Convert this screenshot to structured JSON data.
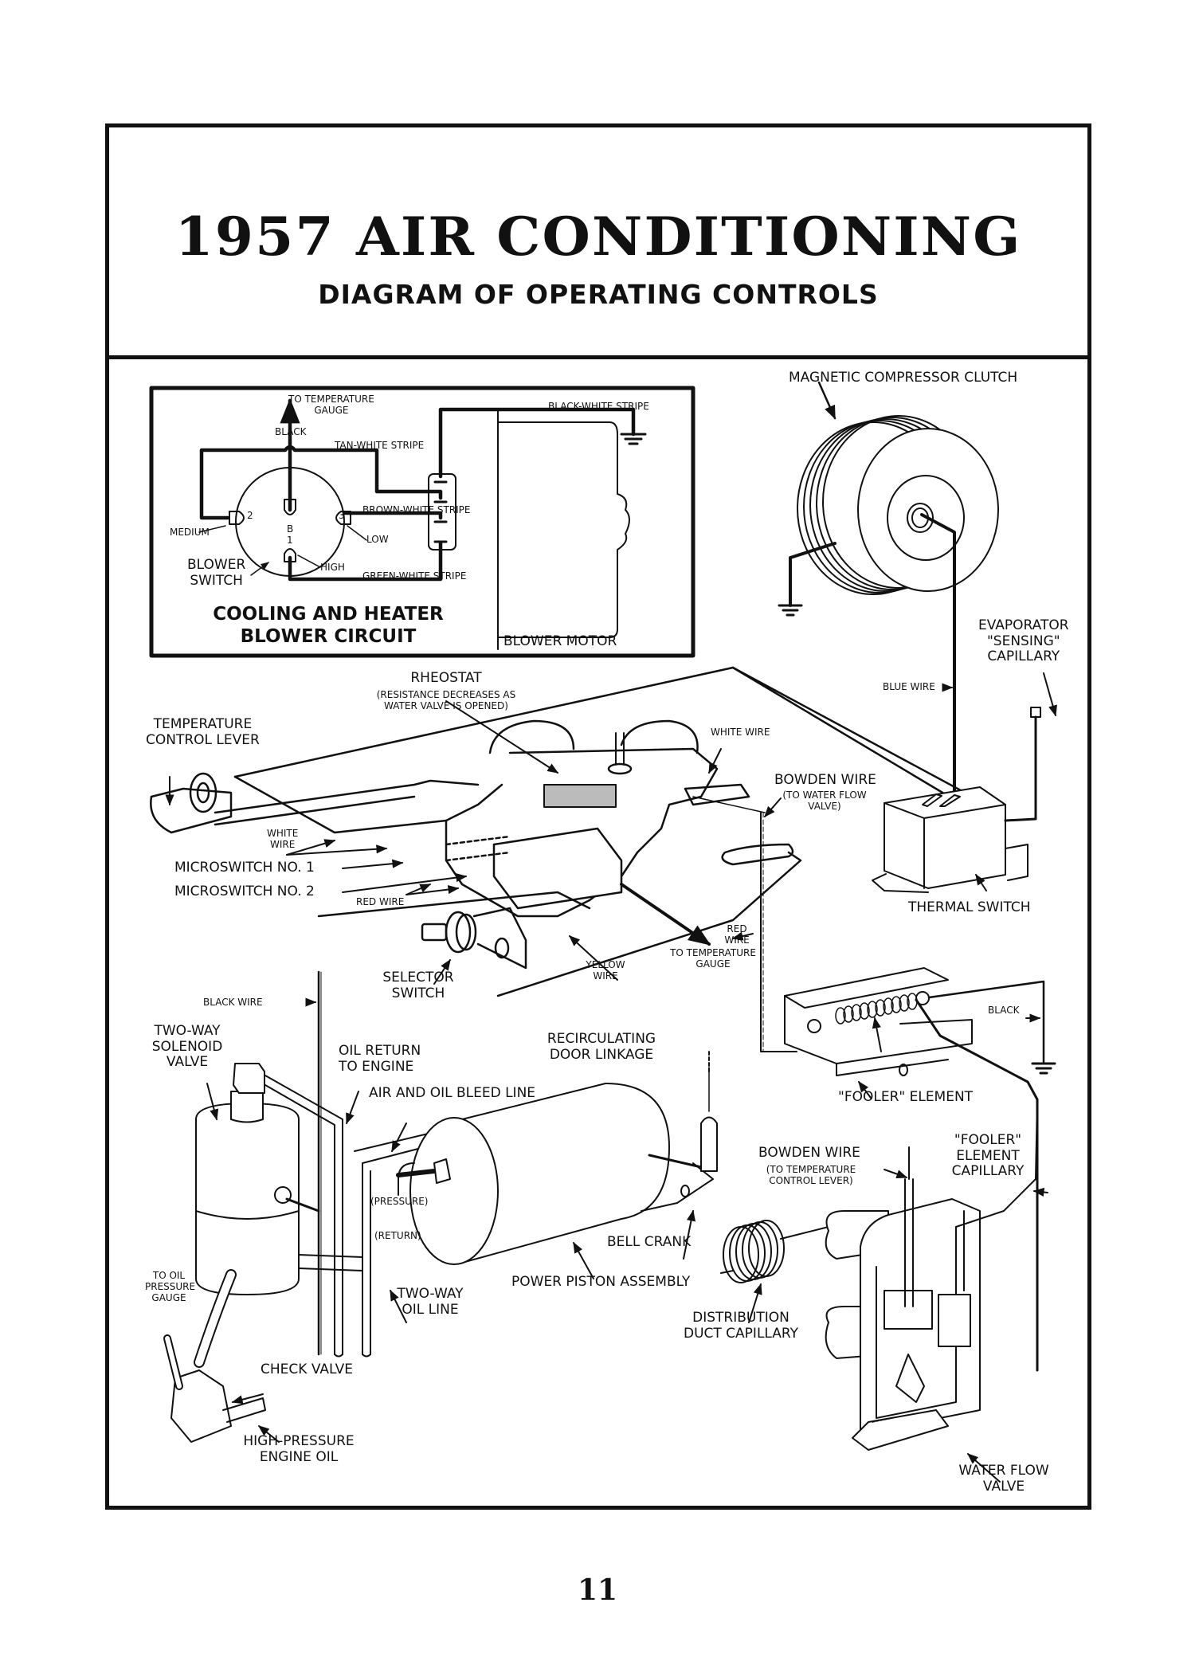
{
  "header": {
    "title": "1957 AIR CONDITIONING",
    "subtitle": "DIAGRAM OF OPERATING CONTROLS"
  },
  "blower_circuit": {
    "title_line1": "COOLING AND HEATER",
    "title_line2": "BLOWER CIRCUIT",
    "to_temp_gauge": "TO TEMPERATURE\nGAUGE",
    "black": "BLACK",
    "tan_white": "TAN-WHITE STRIPE",
    "brown_white": "BROWN-WHITE STRIPE",
    "green_white": "GREEN-WHITE STRIPE",
    "black_white": "BLACK-WHITE STRIPE",
    "medium": "MEDIUM",
    "low": "LOW",
    "high": "HIGH",
    "blower_switch": "BLOWER\nSWITCH",
    "blower_motor": "BLOWER MOTOR",
    "terminal_2": "2",
    "terminal_3": "3",
    "terminal_b": "B",
    "terminal_1": "1"
  },
  "labels": {
    "magnetic_clutch": "MAGNETIC COMPRESSOR CLUTCH",
    "evaporator_capillary": "EVAPORATOR\n\"SENSING\"\nCAPILLARY",
    "blue_wire": "BLUE WIRE",
    "rheostat": "RHEOSTAT",
    "rheostat_note": "(RESISTANCE DECREASES AS\nWATER VALVE IS OPENED)",
    "temp_control_lever": "TEMPERATURE\nCONTROL LEVER",
    "white_wire_top": "WHITE WIRE",
    "bowden_wire_water": "BOWDEN WIRE",
    "bowden_wire_water_note": "(TO WATER FLOW\nVALVE)",
    "white_wire_left": "WHITE\nWIRE",
    "microswitch_1": "MICROSWITCH NO. 1",
    "microswitch_2": "MICROSWITCH NO. 2",
    "red_wire_left": "RED WIRE",
    "thermal_switch": "THERMAL SWITCH",
    "red_wire_right": "RED\nWIRE",
    "to_temp_gauge": "TO TEMPERATURE\nGAUGE",
    "yellow_wire": "YELLOW\nWIRE",
    "selector_switch": "SELECTOR\nSWITCH",
    "black_wire": "BLACK WIRE",
    "black": "BLACK",
    "two_way_solenoid": "TWO-WAY\nSOLENOID\nVALVE",
    "oil_return": "OIL RETURN\nTO ENGINE",
    "recirculating": "RECIRCULATING\nDOOR LINKAGE",
    "fooler_element": "\"FOOLER\" ELEMENT",
    "air_oil_bleed": "AIR AND OIL BLEED LINE",
    "fooler_capillary": "\"FOOLER\"\nELEMENT\nCAPILLARY",
    "bowden_wire_temp": "BOWDEN WIRE",
    "bowden_wire_temp_note": "(TO TEMPERATURE\nCONTROL LEVER)",
    "pressure": "(PRESSURE)",
    "return": "(RETURN)",
    "bell_crank": "BELL CRANK",
    "to_oil_pressure_gauge": "TO OIL\nPRESSURE\nGAUGE",
    "power_piston": "POWER PISTON ASSEMBLY",
    "two_way_oil_line": "TWO-WAY\nOIL LINE",
    "distribution_capillary": "DISTRIBUTION\nDUCT CAPILLARY",
    "check_valve": "CHECK VALVE",
    "high_pressure_oil": "HIGH-PRESSURE\nENGINE OIL",
    "water_flow_valve": "WATER FLOW\nVALVE"
  },
  "page_number": "11"
}
